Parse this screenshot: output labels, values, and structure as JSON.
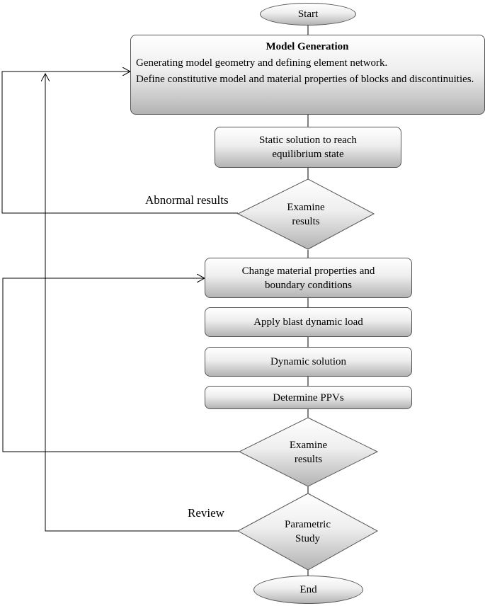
{
  "nodes": {
    "start": "Start",
    "model_generation": {
      "title": "Model Generation",
      "line1": "Generating model geometry and defining element network.",
      "line2": "Define constitutive model and material properties of blocks and discontinuities."
    },
    "static_solution": {
      "line1": "Static solution to reach",
      "line2": "equilibrium state"
    },
    "examine_1": {
      "line1": "Examine",
      "line2": "results"
    },
    "change_properties": {
      "line1": "Change material properties and",
      "line2": "boundary conditions"
    },
    "apply_blast": "Apply blast dynamic load",
    "dynamic_solution": "Dynamic solution",
    "determine_ppvs": "Determine PPVs",
    "examine_2": {
      "line1": "Examine",
      "line2": "results"
    },
    "parametric_study": {
      "line1": "Parametric",
      "line2": "Study"
    },
    "end": "End"
  },
  "edge_labels": {
    "abnormal_results": "Abnormal results",
    "review": "Review"
  }
}
